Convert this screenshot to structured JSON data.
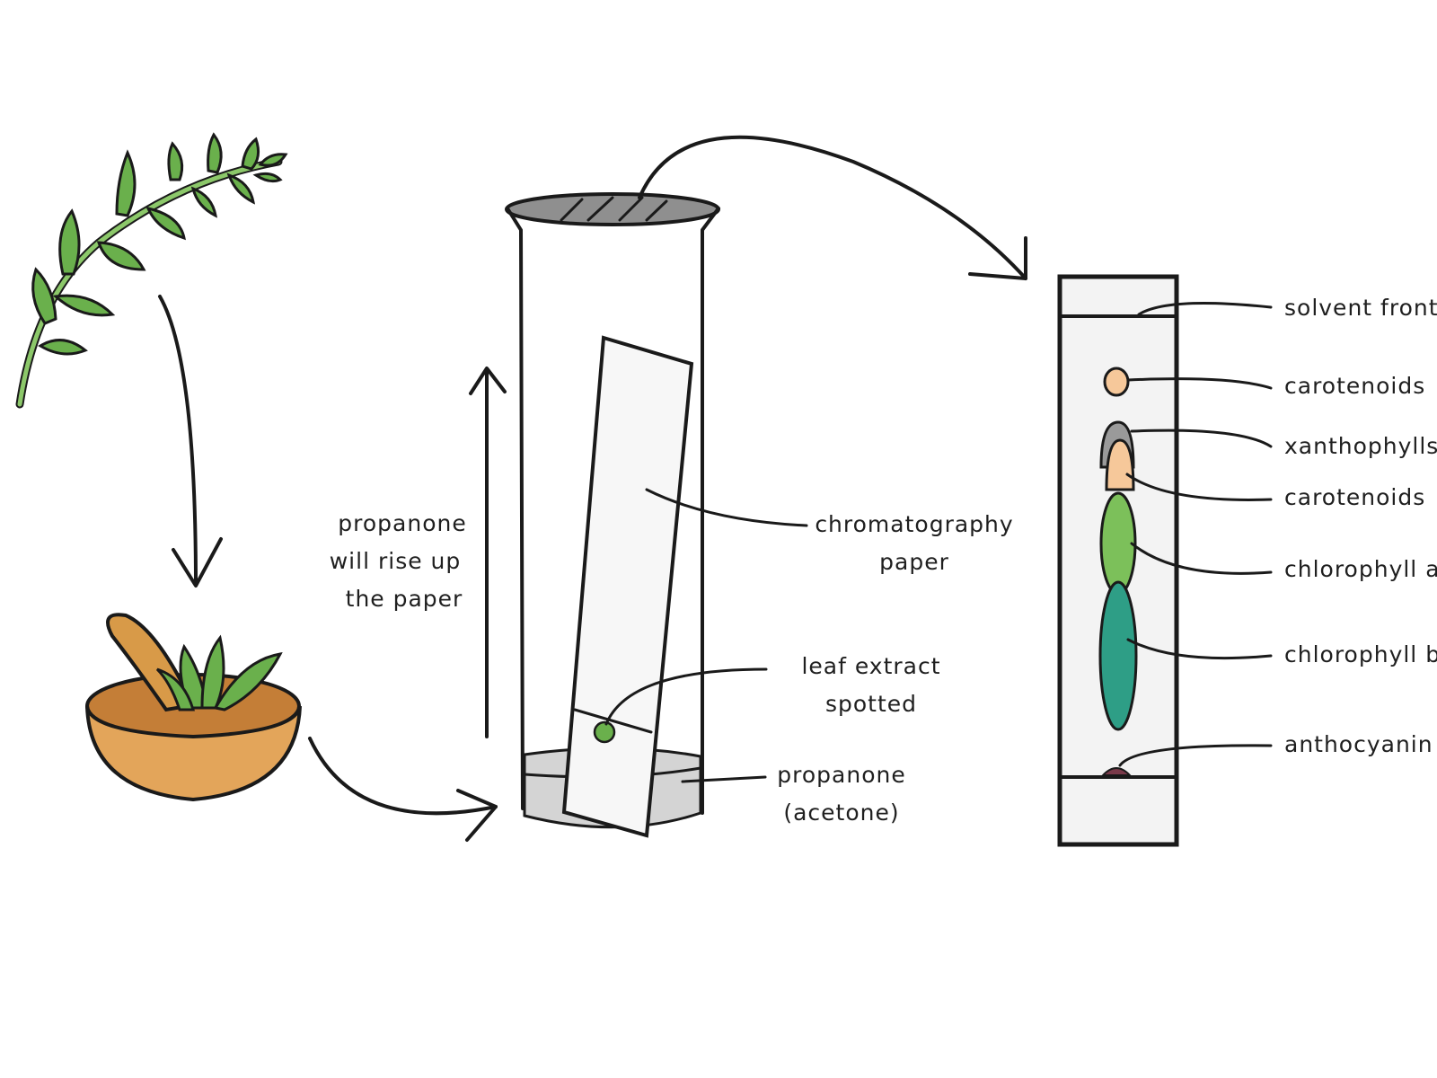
{
  "stage2_labels": {
    "rise_line1": "propanone",
    "rise_line2": "will rise up",
    "rise_line3": "the paper",
    "paper_line1": "chromatography",
    "paper_line2": "paper",
    "extract_line1": "leaf extract",
    "extract_line2": "spotted",
    "solvent_line1": "propanone",
    "solvent_line2": "(acetone)"
  },
  "result_labels": {
    "solvent_front": "solvent front",
    "carotenoids_top": "carotenoids",
    "xanthophylls": "xanthophylls",
    "carotenoids_lower": "carotenoids",
    "chlorophyll_a": "chlorophyll a",
    "chlorophyll_b": "chlorophyll b",
    "anthocyanin": "anthocyanin"
  },
  "colors": {
    "leaf_green": "#6ab04c",
    "bowl_orange": "#e3a55a",
    "pestle": "#d89a48",
    "carotenoid_peach": "#f6c89a",
    "xanthophyll_gray": "#9a9a9a",
    "chlorophyll_a_green": "#7cc05a",
    "chlorophyll_b_teal": "#2e9e86",
    "anthocyanin_purple": "#7a3a4a",
    "solvent_gray": "#d4d4d4"
  }
}
